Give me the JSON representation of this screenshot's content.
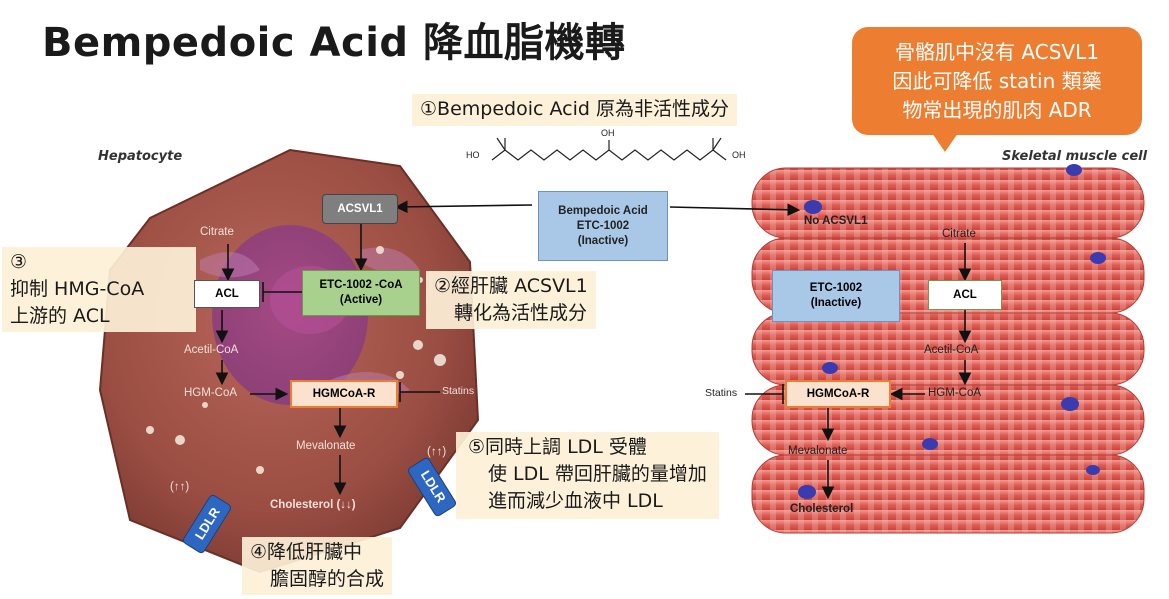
{
  "title": "Bempedoic Acid 降血脂機轉",
  "callout": {
    "lines": [
      "骨骼肌中沒有 ACSVL1",
      "因此可降低 statin 類藥",
      "物常出現的肌肉 ADR"
    ]
  },
  "note1": "①Bempedoic Acid 原為非活性成分",
  "note2": {
    "lines": [
      "②經肝臟 ACSVL1",
      "轉化為活性成分"
    ]
  },
  "note3": {
    "lines": [
      "③",
      "抑制 HMG-CoA",
      "上游的 ACL"
    ]
  },
  "note4": {
    "lines": [
      "④降低肝臟中",
      "膽固醇的合成"
    ]
  },
  "note5": {
    "lines": [
      "⑤同時上調 LDL 受體",
      "使 LDL 帶回肝臟的量增加",
      "進而減少血液中 LDL"
    ]
  },
  "captions": {
    "hepatocyte": "Hepatocyte",
    "muscle": "Skeletal muscle cell"
  },
  "center_box": {
    "lines": [
      "Bempedoic Acid",
      "ETC-1002",
      "(Inactive)"
    ]
  },
  "liver": {
    "acsvl1": "ACSVL1",
    "citrate": "Citrate",
    "acl": "ACL",
    "etc_active": [
      "ETC-1002 -CoA",
      "(Active)"
    ],
    "acetil": "Acetil-CoA",
    "hgm": "HGM-CoA",
    "hgmcoa_r": "HGMCoA-R",
    "statins": "Statins",
    "mevalonate": "Mevalonate",
    "cholesterol": "Cholesterol (↓↓)",
    "ldlr": "LDLR",
    "updown": "(↑↑)"
  },
  "muscle": {
    "no_acsvl1": "No ACSVL1",
    "citrate": "Citrate",
    "acl": "ACL",
    "etc_inactive": [
      "ETC-1002",
      "(Inactive)"
    ],
    "acetil": "Acetil-CoA",
    "hgm": "HGM-CoA",
    "hgmcoa_r": "HGMCoA-R",
    "statins": "Statins",
    "mevalonate": "Mevalonate",
    "cholesterol": "Cholesterol"
  },
  "structure_labels": {
    "left_group": "HO",
    "right_group": "OH",
    "middle_group": "OH"
  },
  "colors": {
    "orange": "#ed7d31",
    "cell": "#9a4d42",
    "muscle": "#e2685f",
    "note_bg": "#fdf0d7"
  }
}
